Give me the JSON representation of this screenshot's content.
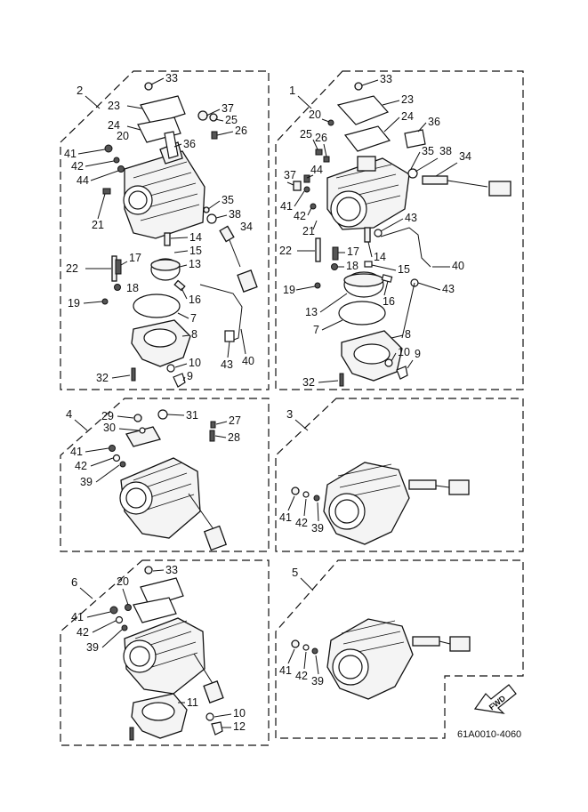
{
  "document": {
    "code": "61A0010-4060",
    "direction_label": "FWD"
  },
  "panels": [
    {
      "id": "2",
      "labels": [
        "33",
        "23",
        "37",
        "25",
        "24",
        "26",
        "20",
        "36",
        "41",
        "42",
        "44",
        "21",
        "35",
        "38",
        "14",
        "34",
        "15",
        "22",
        "17",
        "13",
        "18",
        "16",
        "19",
        "7",
        "8",
        "10",
        "43",
        "40",
        "32",
        "9"
      ]
    },
    {
      "id": "1",
      "labels": [
        "33",
        "23",
        "20",
        "24",
        "36",
        "25",
        "26",
        "35",
        "38",
        "34",
        "44",
        "37",
        "41",
        "42",
        "21",
        "43",
        "22",
        "17",
        "14",
        "18",
        "15",
        "40",
        "19",
        "43",
        "16",
        "13",
        "7",
        "8",
        "10",
        "9",
        "32"
      ]
    },
    {
      "id": "4",
      "labels": [
        "29",
        "31",
        "30",
        "27",
        "28",
        "41",
        "42",
        "39"
      ]
    },
    {
      "id": "3",
      "labels": [
        "41",
        "42",
        "39"
      ]
    },
    {
      "id": "6",
      "labels": [
        "33",
        "20",
        "41",
        "42",
        "39",
        "11",
        "10",
        "12"
      ]
    },
    {
      "id": "5",
      "labels": [
        "41",
        "42",
        "39"
      ]
    }
  ]
}
